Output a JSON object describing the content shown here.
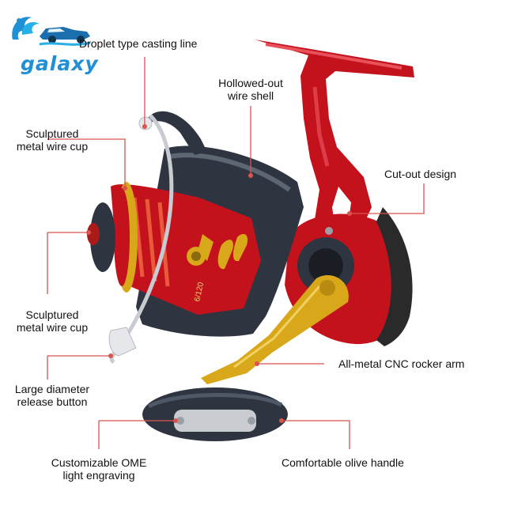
{
  "brand": {
    "logo_text": "galaxy",
    "accent": "#1f8fd6"
  },
  "colors": {
    "callout_line": "#d9534f",
    "reel_red": "#c4121d",
    "reel_gold": "#d8a71a",
    "reel_dark": "#2f3540"
  },
  "product": {
    "spool_marking": "6/120"
  },
  "labels": {
    "casting_line": "Droplet type casting line",
    "wire_shell_1": "Hollowed-out",
    "wire_shell_2": "wire shell",
    "wire_cup_top_1": "Sculptured",
    "wire_cup_top_2": "metal wire cup",
    "cut_out": "Cut-out design",
    "wire_cup_bottom_1": "Sculptured",
    "wire_cup_bottom_2": "metal wire cup",
    "rocker_arm": "All-metal CNC rocker arm",
    "release_1": "Large diameter",
    "release_2": "release button",
    "engraving_1": "Customizable OME",
    "engraving_2": "light engraving",
    "handle": "Comfortable olive handle"
  }
}
